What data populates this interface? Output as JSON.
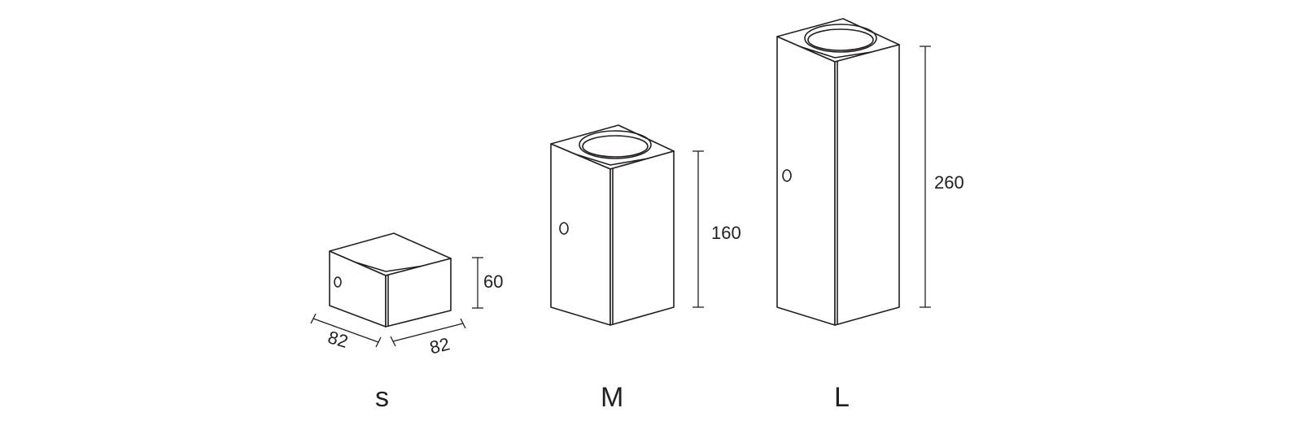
{
  "products": [
    {
      "size_label": "s",
      "height_label": "60",
      "width_label": "82",
      "depth_label": "82"
    },
    {
      "size_label": "M",
      "height_label": "160"
    },
    {
      "size_label": "L",
      "height_label": "260"
    }
  ],
  "colors": {
    "line": "#231f20",
    "background": "#ffffff"
  }
}
